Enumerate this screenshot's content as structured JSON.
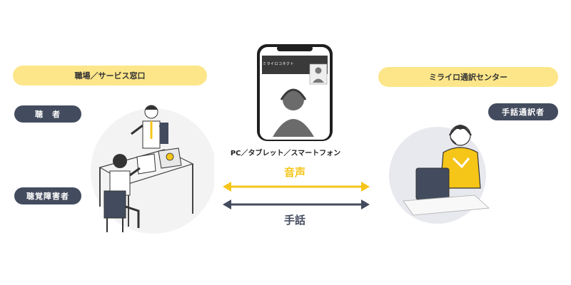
{
  "left": {
    "title": "職場／サービス窓口",
    "hearing_person": "聴　者",
    "deaf_person": "聴覚障害者"
  },
  "center": {
    "phone_app_name": "ミライロコネクト",
    "device_caption": "PC／タブレット／スマートフォン",
    "voice_label": "音声",
    "sign_label": "手話"
  },
  "right": {
    "title": "ミライロ通訳センター",
    "interpreter": "手話通訳者"
  },
  "colors": {
    "accent_yellow": "#f5c518",
    "pill_yellow": "#fde68a",
    "navy": "#434c5e",
    "screen_gray": "#6b6b6b"
  }
}
